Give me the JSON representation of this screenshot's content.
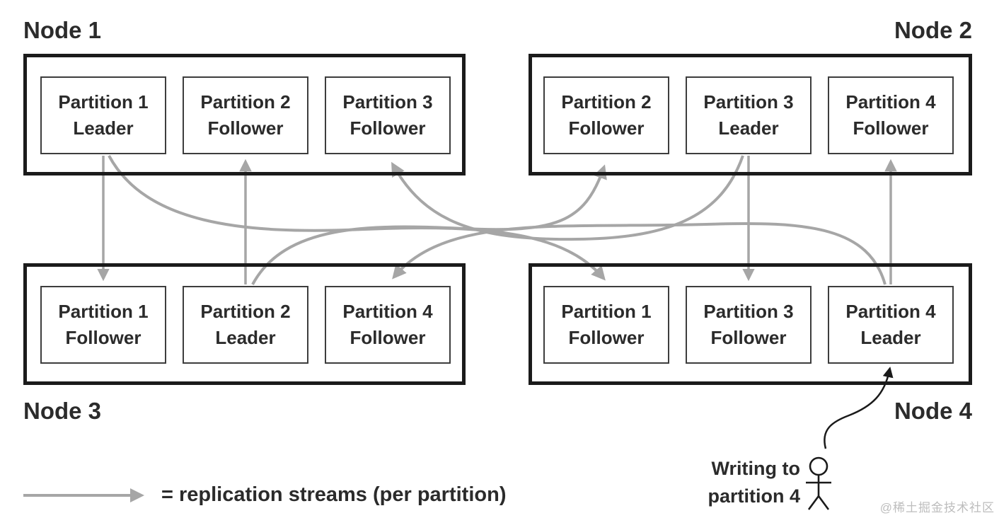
{
  "diagram": {
    "title_hint": "partition replication streams across four nodes",
    "nodes": [
      {
        "label": "Node 1",
        "partitions": [
          {
            "line1": "Partition 1",
            "line2": "Leader"
          },
          {
            "line1": "Partition 2",
            "line2": "Follower"
          },
          {
            "line1": "Partition 3",
            "line2": "Follower"
          }
        ]
      },
      {
        "label": "Node 2",
        "partitions": [
          {
            "line1": "Partition 2",
            "line2": "Follower"
          },
          {
            "line1": "Partition 3",
            "line2": "Leader"
          },
          {
            "line1": "Partition 4",
            "line2": "Follower"
          }
        ]
      },
      {
        "label": "Node 3",
        "partitions": [
          {
            "line1": "Partition 1",
            "line2": "Follower"
          },
          {
            "line1": "Partition 2",
            "line2": "Leader"
          },
          {
            "line1": "Partition 4",
            "line2": "Follower"
          }
        ]
      },
      {
        "label": "Node 4",
        "partitions": [
          {
            "line1": "Partition 1",
            "line2": "Follower"
          },
          {
            "line1": "Partition 3",
            "line2": "Follower"
          },
          {
            "line1": "Partition 4",
            "line2": "Leader"
          }
        ]
      }
    ],
    "legend": {
      "text": "= replication streams (per partition)"
    },
    "writer": {
      "line1": "Writing to",
      "line2": "partition 4"
    },
    "watermark": "@稀土掘金技术社区",
    "colors": {
      "arrow": "#a6a6a6",
      "box_border": "#1b1b1b",
      "partition_border": "#3d3d3d",
      "text": "#2b2b2b",
      "writer_arrow": "#1a1a1a",
      "watermark": "#bdbdbd",
      "bg": "#ffffff"
    }
  }
}
